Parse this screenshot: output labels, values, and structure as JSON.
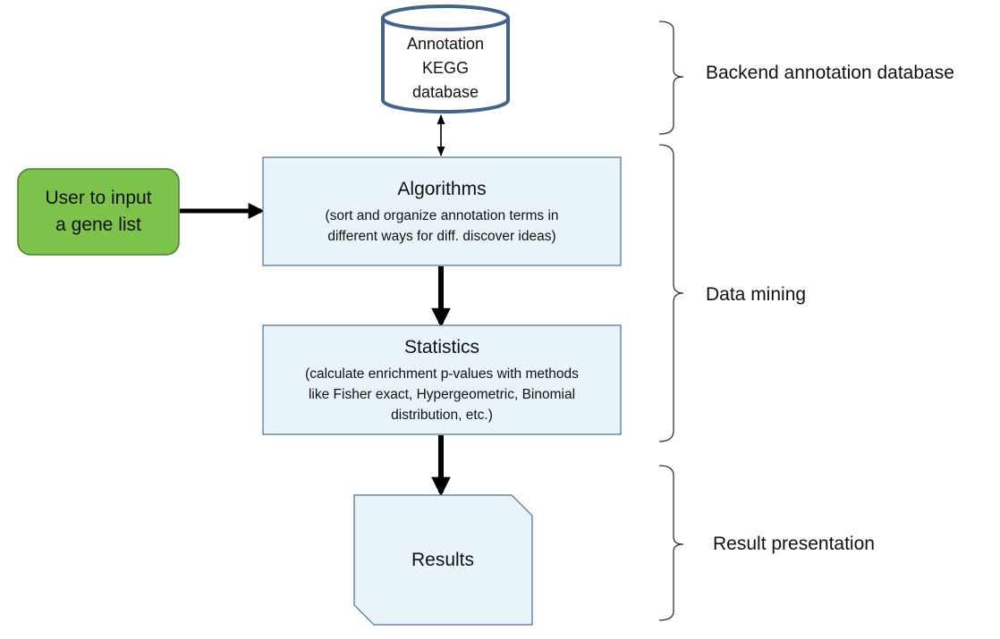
{
  "nodes": {
    "database": {
      "lines": [
        "Annotation",
        "KEGG",
        "database"
      ]
    },
    "input": {
      "lines": [
        "User to input",
        "a gene list"
      ]
    },
    "algorithms": {
      "title": "Algorithms",
      "desc_lines": [
        "(sort and organize annotation terms in",
        "different ways for diff. discover ideas)"
      ]
    },
    "statistics": {
      "title": "Statistics",
      "desc_lines": [
        "(calculate enrichment p-values with methods",
        "like Fisher exact, Hypergeometric, Binomial",
        "distribution, etc.)"
      ]
    },
    "results": {
      "label": "Results"
    }
  },
  "sections": {
    "backend": "Backend annotation database",
    "mining": "Data mining",
    "result": "Result presentation"
  },
  "colors": {
    "db_stroke": "#45628a",
    "box_fill": "#e8f4fa",
    "box_stroke": "#4a6e96",
    "input_fill": "#7dc24a",
    "input_stroke": "#4d7a2e",
    "arrow": "#000000",
    "brace": "#333333"
  }
}
